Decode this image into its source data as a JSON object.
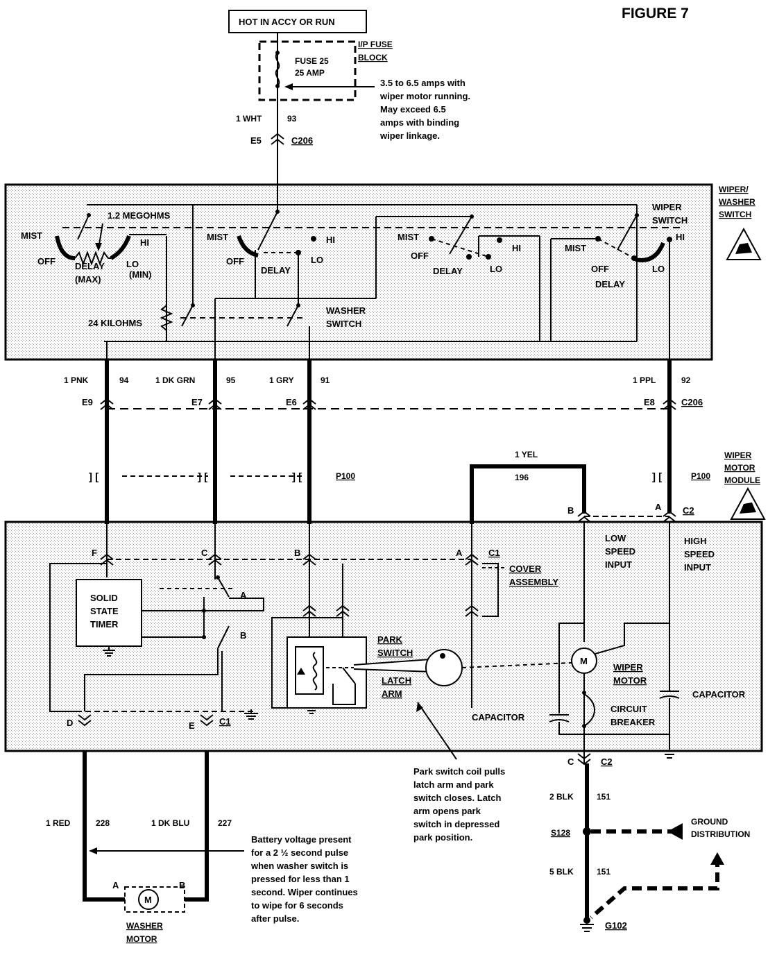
{
  "figure_title": "FIGURE 7",
  "power_source": "HOT IN ACCY OR RUN",
  "fuse": {
    "block_label_1": "I/P FUSE",
    "block_label_2": "BLOCK",
    "name": "FUSE 25",
    "rating": "25 AMP",
    "note_lines": [
      "3.5 to 6.5 amps with",
      "wiper motor running.",
      "May exceed 6.5",
      "amps with binding",
      "wiper linkage."
    ]
  },
  "feed_wire": {
    "color": "1 WHT",
    "circuit": "93",
    "terminal": "E5",
    "connector": "C206"
  },
  "switch_box": {
    "label_lines": [
      "WIPER/",
      "WASHER",
      "SWITCH"
    ],
    "wiper_switch_label_lines": [
      "WIPER",
      "SWITCH"
    ],
    "washer_switch_label_lines": [
      "WASHER",
      "SWITCH"
    ],
    "resistor_1": "1.2 MEGOHMS",
    "resistor_2": "24 KILOHMS",
    "positions": {
      "mist": "MIST",
      "off": "OFF",
      "delay": "DELAY",
      "lo": "LO",
      "hi": "HI",
      "delay_max": "DELAY",
      "max": "(MAX)",
      "lo_min": "LO",
      "min": "(MIN)"
    }
  },
  "wires_top": [
    {
      "color": "1 PNK",
      "circuit": "94",
      "terminal": "E9"
    },
    {
      "color": "1 DK GRN",
      "circuit": "95",
      "terminal": "E7"
    },
    {
      "color": "1 GRY",
      "circuit": "91",
      "terminal": "E6"
    },
    {
      "color": "1 PPL",
      "circuit": "92",
      "terminal": "E8",
      "connector": "C206"
    }
  ],
  "p100_labels": [
    "P100",
    "P100"
  ],
  "yel_wire": {
    "color": "1 YEL",
    "circuit": "196"
  },
  "module": {
    "label_lines": [
      "WIPER",
      "MOTOR",
      "MODULE"
    ],
    "c2_terminals": [
      "B",
      "A"
    ],
    "c2_label": "C2",
    "low_speed_lines": [
      "LOW",
      "SPEED",
      "INPUT"
    ],
    "high_speed_lines": [
      "HIGH",
      "SPEED",
      "INPUT"
    ],
    "c1_terminals_top": [
      "F",
      "C",
      "B",
      "A"
    ],
    "c1_label": "C1",
    "cover_lines": [
      "COVER",
      "ASSEMBLY"
    ],
    "timer_lines": [
      "SOLID",
      "STATE",
      "TIMER"
    ],
    "relay_a": "A",
    "relay_b": "B",
    "park_switch_lines": [
      "PARK",
      "SWITCH"
    ],
    "latch_arm_lines": [
      "LATCH",
      "ARM"
    ],
    "wiper_motor_lines": [
      "WIPER",
      "MOTOR"
    ],
    "motor_symbol": "M",
    "capacitor_left": "CAPACITOR",
    "capacitor_right": "CAPACITOR",
    "breaker_lines": [
      "CIRCUIT",
      "BREAKER"
    ],
    "c1_terminals_bottom": [
      "D",
      "E"
    ],
    "c1_bottom_label": "C1",
    "c2_bottom_terminal": "C",
    "c2_bottom_label": "C2"
  },
  "park_note_lines": [
    "Park switch coil pulls",
    "latch arm and park",
    "switch closes. Latch",
    "arm opens park",
    "switch in depressed",
    "park position."
  ],
  "washer_wires": [
    {
      "color": "1 RED",
      "circuit": "228"
    },
    {
      "color": "1 DK BLU",
      "circuit": "227"
    }
  ],
  "washer_motor": {
    "term_a": "A",
    "term_b": "B",
    "symbol": "M",
    "label_lines": [
      "WASHER",
      "MOTOR"
    ]
  },
  "washer_note_lines": [
    "Battery voltage present",
    "for a 2 ½ second pulse",
    "when washer switch is",
    "pressed for less than 1",
    "second. Wiper continues",
    "to wipe for 6 seconds",
    "after pulse."
  ],
  "ground": {
    "wire_upper": {
      "color": "2 BLK",
      "circuit": "151"
    },
    "splice": "S128",
    "distribution_lines": [
      "GROUND",
      "DISTRIBUTION"
    ],
    "wire_lower": {
      "color": "5 BLK",
      "circuit": "151"
    },
    "ground_point": "G102"
  }
}
